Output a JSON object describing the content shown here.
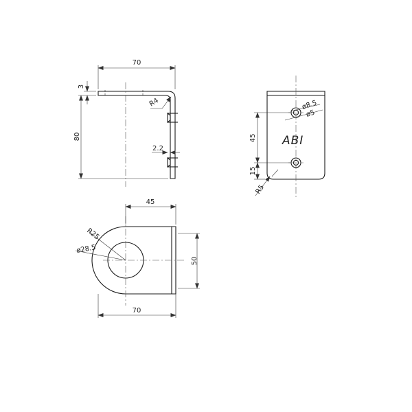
{
  "side_view": {
    "dim_width": "70",
    "dim_height": "80",
    "dim_thickness": "3",
    "dim_bend_radius": "R4",
    "dim_hole_gap": "2.2"
  },
  "front_view": {
    "dim_hole_large": "ø8.5",
    "dim_hole_small": "ø5",
    "dim_spacing": "45",
    "dim_offset": "15",
    "dim_corner_radius": "R5",
    "logo": "ABI"
  },
  "top_view": {
    "dim_center_offset": "45",
    "dim_outer_radius": "R25",
    "dim_hole_diameter": "ø28.5",
    "dim_height": "50",
    "dim_width": "70"
  }
}
